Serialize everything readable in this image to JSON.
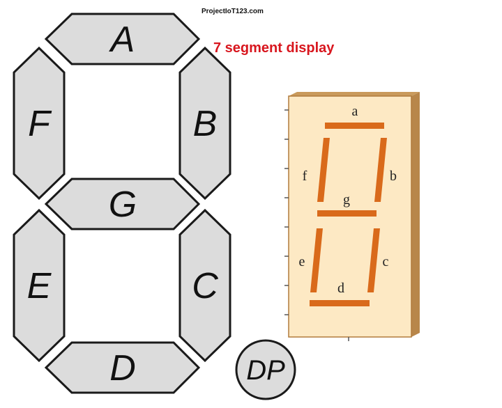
{
  "watermark": "ProjectIoT123.com",
  "title": "7 segment display",
  "large_display": {
    "segments": [
      {
        "id": "A",
        "label": "A"
      },
      {
        "id": "B",
        "label": "B"
      },
      {
        "id": "C",
        "label": "C"
      },
      {
        "id": "D",
        "label": "D"
      },
      {
        "id": "E",
        "label": "E"
      },
      {
        "id": "F",
        "label": "F"
      },
      {
        "id": "G",
        "label": "G"
      }
    ],
    "decimal_point": {
      "label": "DP"
    },
    "segment_fill": "#dcdcdc",
    "segment_stroke": "#1a1a1a"
  },
  "small_display": {
    "labels": {
      "a": "a",
      "b": "b",
      "c": "c",
      "d": "d",
      "e": "e",
      "f": "f",
      "g": "g"
    },
    "segment_color": "#d96a1b",
    "panel_color": "#fde9c4",
    "frame_color": "#b8864a"
  }
}
